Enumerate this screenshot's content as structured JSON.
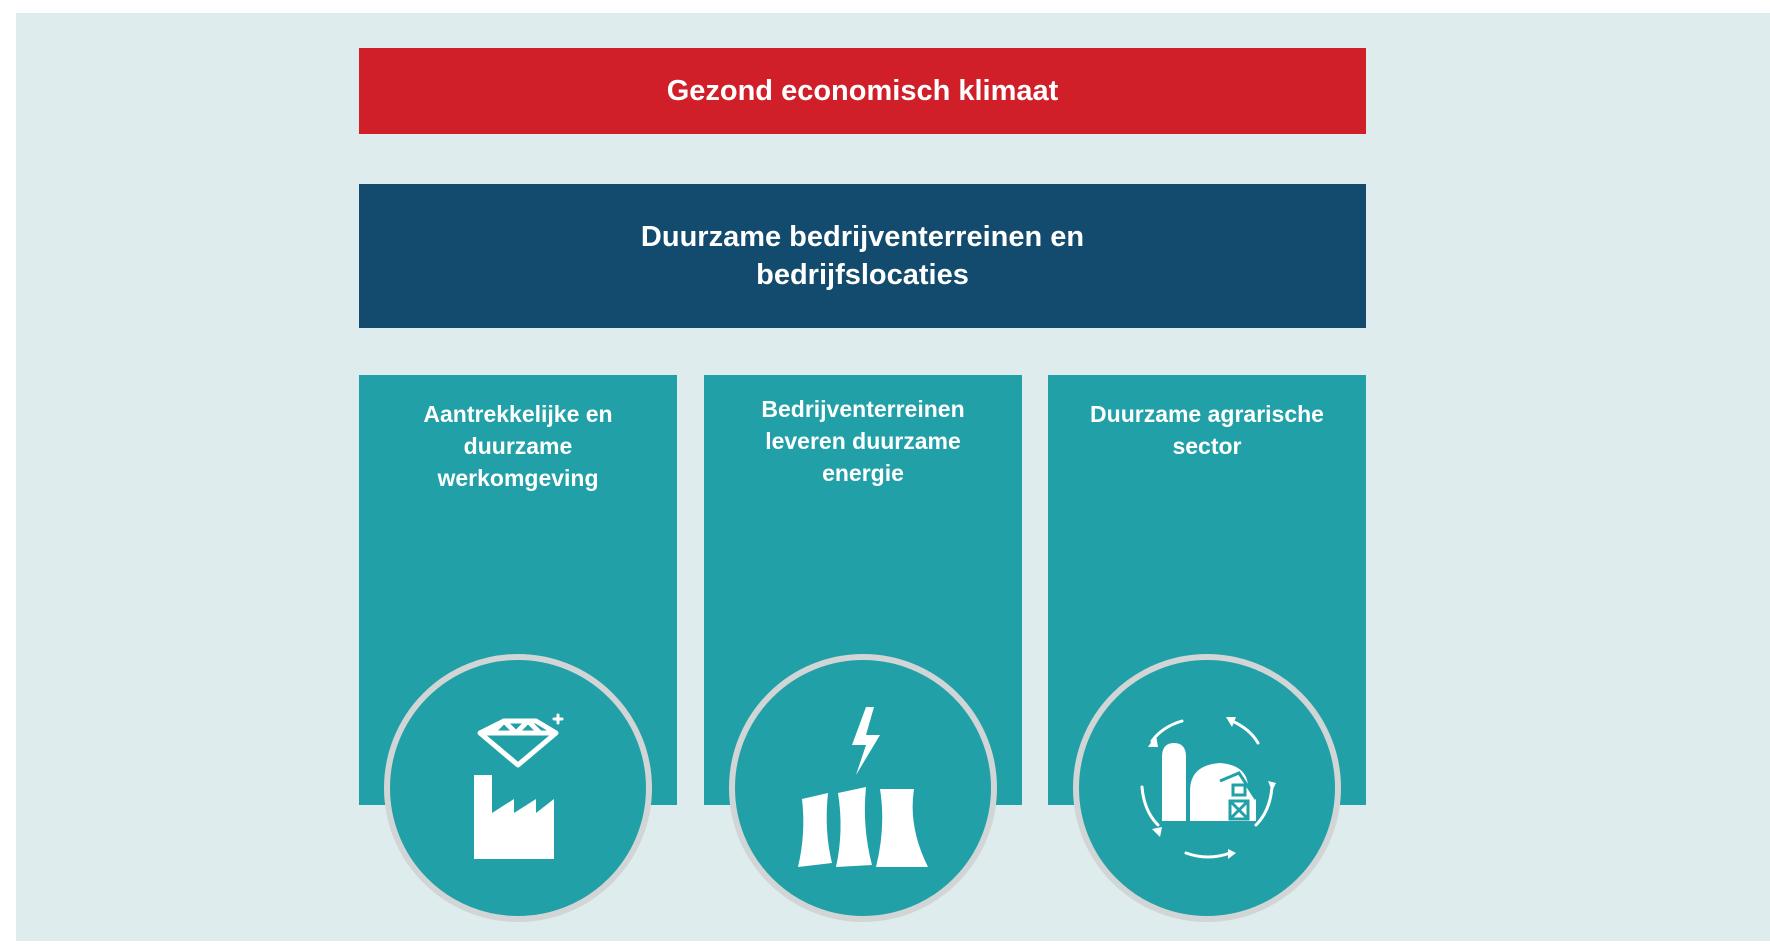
{
  "diagram": {
    "top_banner": {
      "label": "Gezond economisch klimaat",
      "color": "#d01f28"
    },
    "second_banner": {
      "label": "Duurzame bedrijventerreinen en bedrijfslocaties",
      "color": "#124b6d"
    },
    "pillars": [
      {
        "label": "Aantrekkelijke en duurzame werkomgeving",
        "icon": "diamond-factory-icon"
      },
      {
        "label": "Bedrijventerreinen leveren duurzame energie",
        "icon": "power-plant-lightning-icon"
      },
      {
        "label": "Duurzame agrarische sector",
        "icon": "farm-cycle-icon"
      }
    ],
    "colors": {
      "background": "#deeced",
      "pillar": "#21a1a7",
      "circle_border": "#d2d5d5"
    }
  }
}
